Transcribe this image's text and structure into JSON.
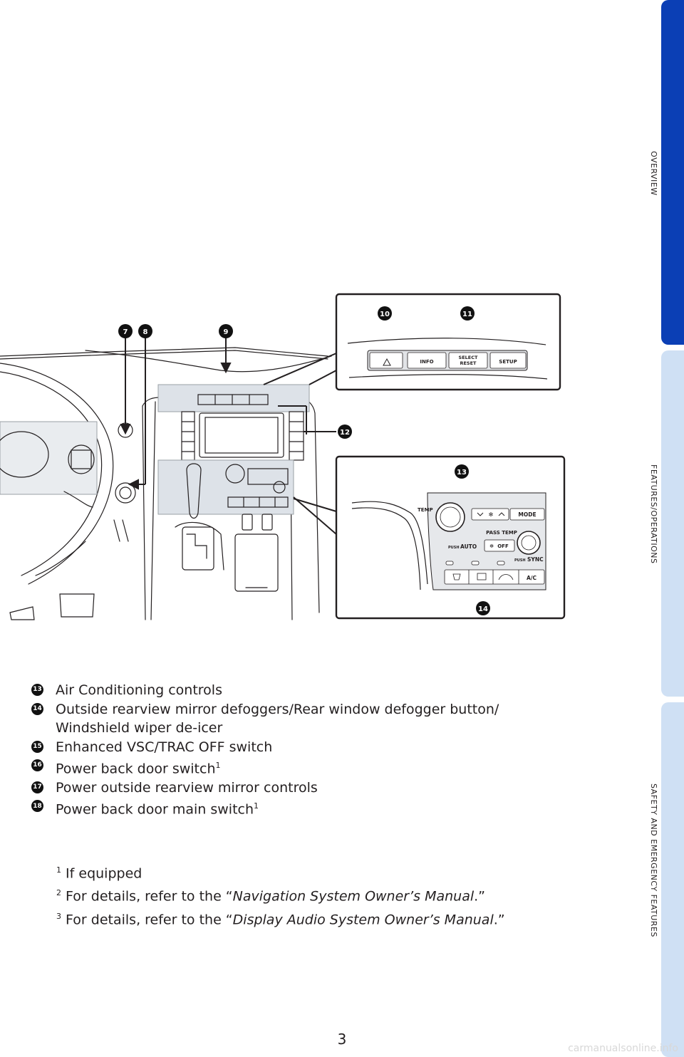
{
  "sidebar": {
    "tabs": [
      {
        "label": "OVERVIEW"
      },
      {
        "label": "FEATURES/OPERATIONS"
      },
      {
        "label": "SAFETY AND EMERGENCY FEATURES"
      }
    ]
  },
  "illustration": {
    "callouts": [
      "7",
      "8",
      "9",
      "10",
      "11",
      "12",
      "13",
      "14"
    ],
    "top_panel_buttons": [
      "INFO",
      "SELECT",
      "RESET",
      "SETUP"
    ],
    "climate_labels": {
      "temp": "TEMP",
      "mode": "MODE",
      "pass_temp": "PASS TEMP",
      "push_auto_small": "PUSH",
      "auto": "AUTO",
      "off": "OFF",
      "push_sync_small": "PUSH",
      "sync": "SYNC",
      "ac": "A/C"
    }
  },
  "legend": [
    {
      "num": "13",
      "text": "Air Conditioning controls"
    },
    {
      "num": "14",
      "text": "Outside rearview mirror defoggers/Rear window defogger button/ Windshield wiper de-icer"
    },
    {
      "num": "15",
      "text": "Enhanced VSC/TRAC OFF switch"
    },
    {
      "num": "16",
      "text": "Power back door switch",
      "sup": "1"
    },
    {
      "num": "17",
      "text": "Power outside rearview mirror controls"
    },
    {
      "num": "18",
      "text": "Power back door main switch",
      "sup": "1"
    }
  ],
  "footnotes": [
    {
      "sup": "1",
      "pre": "If equipped",
      "em": "",
      "post": ""
    },
    {
      "sup": "2",
      "pre": "For details, refer to the “",
      "em": "Navigation System Owner’s Manual",
      "post": ".”"
    },
    {
      "sup": "3",
      "pre": "For details, refer to the “",
      "em": "Display Audio System Owner’s Manual",
      "post": ".”"
    }
  ],
  "page_number": "3",
  "watermark": "carmanualsonline.info"
}
